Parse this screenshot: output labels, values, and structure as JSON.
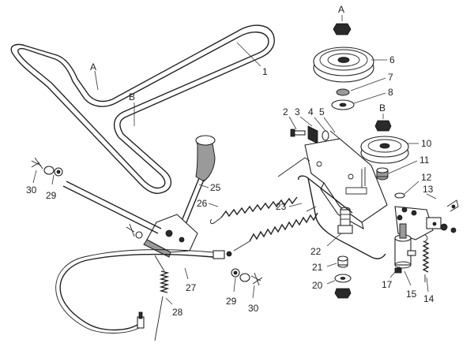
{
  "labels": {
    "belt": "1",
    "bolt_2": "2",
    "part_3": "3",
    "part_4": "4",
    "part_5": "5",
    "pulley_upper": "6",
    "bushing_7": "7",
    "washer_8": "8",
    "pulley_lower": "10",
    "bushing_11": "11",
    "ring_12": "12",
    "clip_13": "13",
    "spring_14": "14",
    "part_15": "15",
    "bracket_17": "17",
    "washer_20": "20",
    "bushing_21": "21",
    "shoulder_bolt_22": "22",
    "rod_23": "23",
    "lever_25": "25",
    "spring_26": "26",
    "cable_27": "27",
    "spring_28": "28",
    "washer_29_left": "29",
    "washer_29_right": "29",
    "pin_30_left": "30",
    "pin_30_right": "30"
  },
  "callouts": {
    "belt_a": "A",
    "belt_b": "B",
    "pulley_a": "A",
    "pulley_b": "B"
  }
}
